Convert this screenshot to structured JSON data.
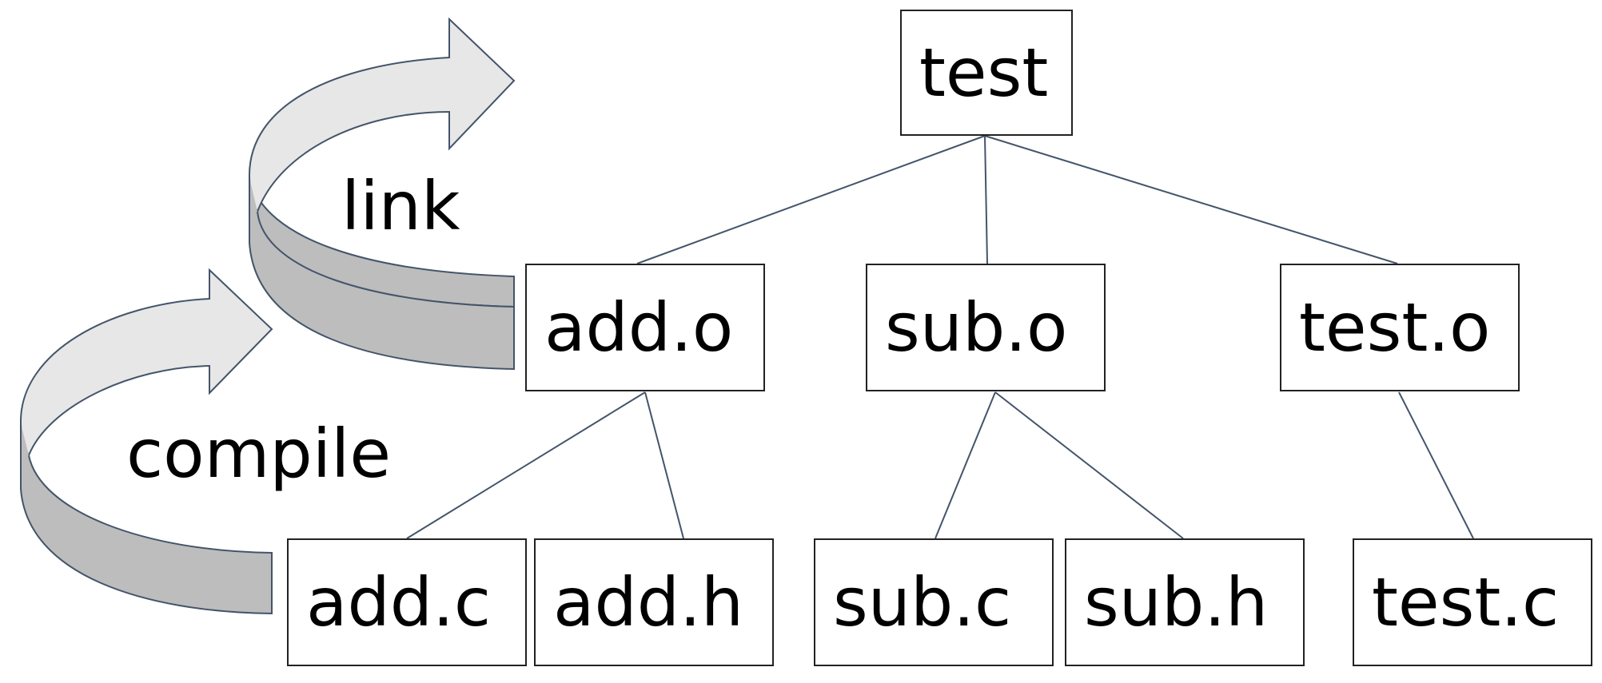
{
  "diagram": {
    "root": {
      "label": "test"
    },
    "objects": [
      {
        "label": "add.o"
      },
      {
        "label": "sub.o"
      },
      {
        "label": "test.o"
      }
    ],
    "sources": [
      {
        "label": "add.c"
      },
      {
        "label": "add.h"
      },
      {
        "label": "sub.c"
      },
      {
        "label": "sub.h"
      },
      {
        "label": "test.c"
      }
    ],
    "steps": {
      "link": "link",
      "compile": "compile"
    },
    "colors": {
      "edge": "#44546a",
      "arrow_fill_light": "#e7e7e7",
      "arrow_fill_dark": "#bdbdbd",
      "arrow_stroke": "#44546a",
      "box_border": "#222222"
    }
  }
}
